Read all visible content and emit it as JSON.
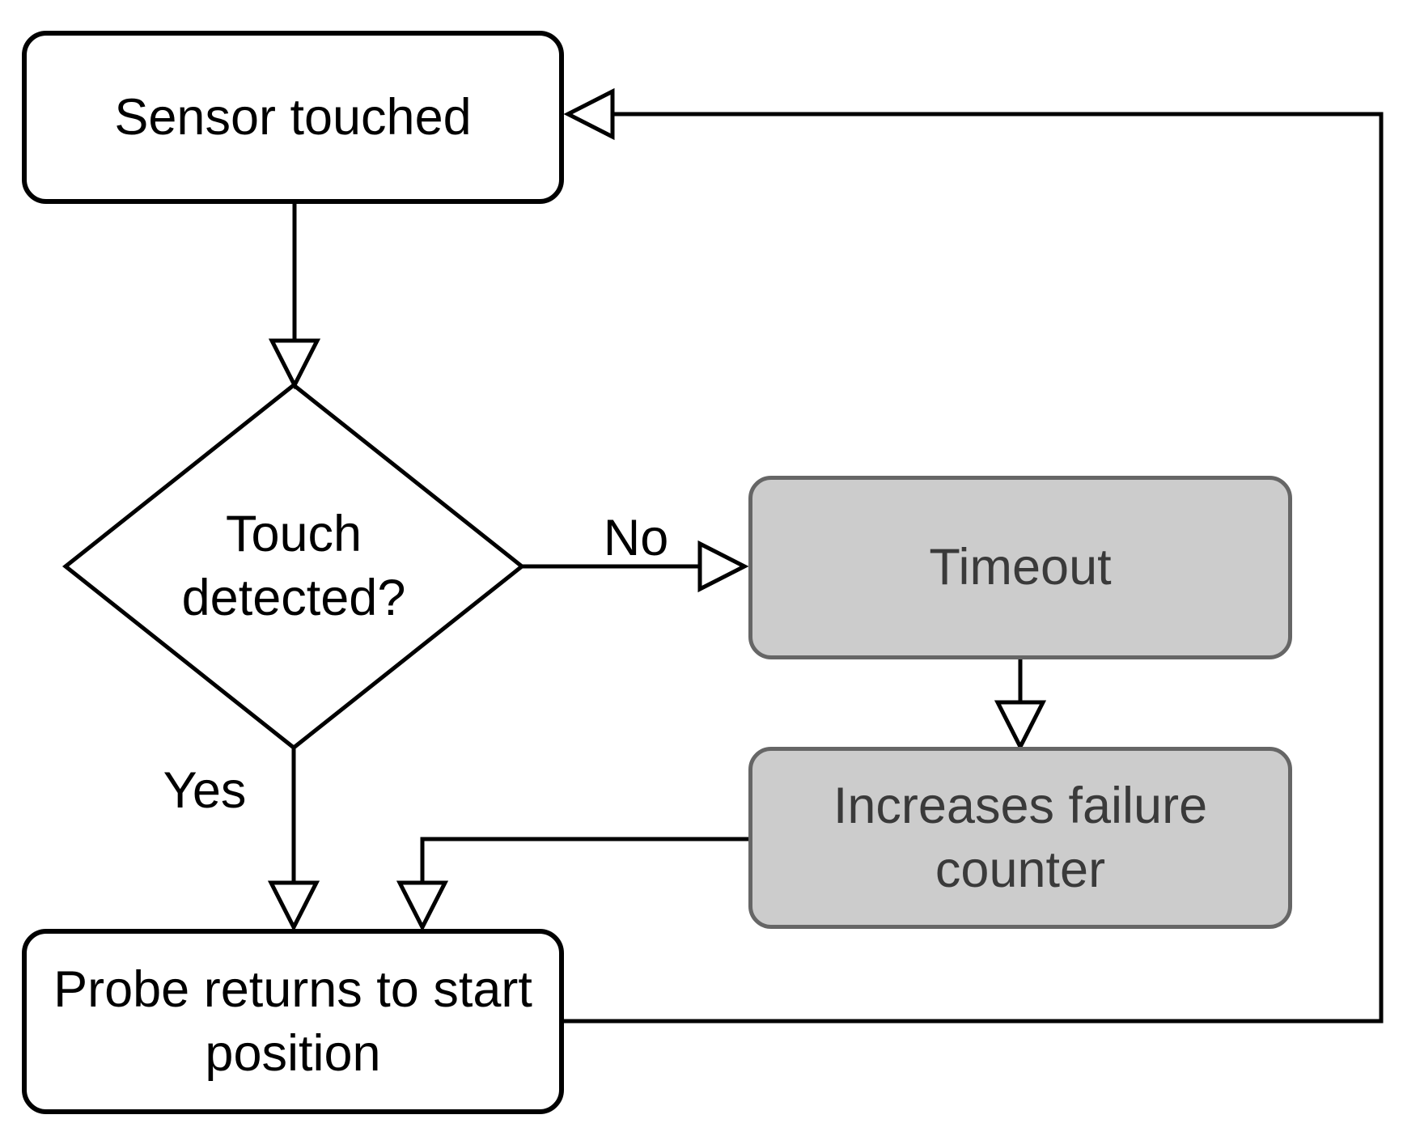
{
  "diagram": {
    "type": "flowchart",
    "nodes": {
      "sensor": {
        "label": "Sensor touched",
        "shape": "rounded-rect",
        "fill": "#ffffff"
      },
      "decision": {
        "label": "Touch detected?",
        "shape": "diamond",
        "fill": "#ffffff"
      },
      "timeout": {
        "label": "Timeout",
        "shape": "rounded-rect",
        "fill": "#cccccc"
      },
      "failure": {
        "label": "Increases failure counter",
        "shape": "rounded-rect",
        "fill": "#cccccc"
      },
      "probe": {
        "label": "Probe returns to start position",
        "shape": "rounded-rect",
        "fill": "#ffffff"
      }
    },
    "edges": {
      "sensor_to_decision": {
        "label": ""
      },
      "decision_to_timeout": {
        "label": "No"
      },
      "decision_to_probe": {
        "label": "Yes"
      },
      "timeout_to_failure": {
        "label": ""
      },
      "failure_to_probe": {
        "label": ""
      },
      "probe_to_sensor": {
        "label": ""
      }
    },
    "colors": {
      "background": "#ffffff",
      "white_node_fill": "#ffffff",
      "white_node_border": "#000000",
      "gray_node_fill": "#cccccc",
      "gray_node_border": "#666666",
      "gray_node_text": "#3a3a3a",
      "black_text": "#000000",
      "connector": "#000000",
      "arrowhead_fill": "#ffffff"
    }
  }
}
